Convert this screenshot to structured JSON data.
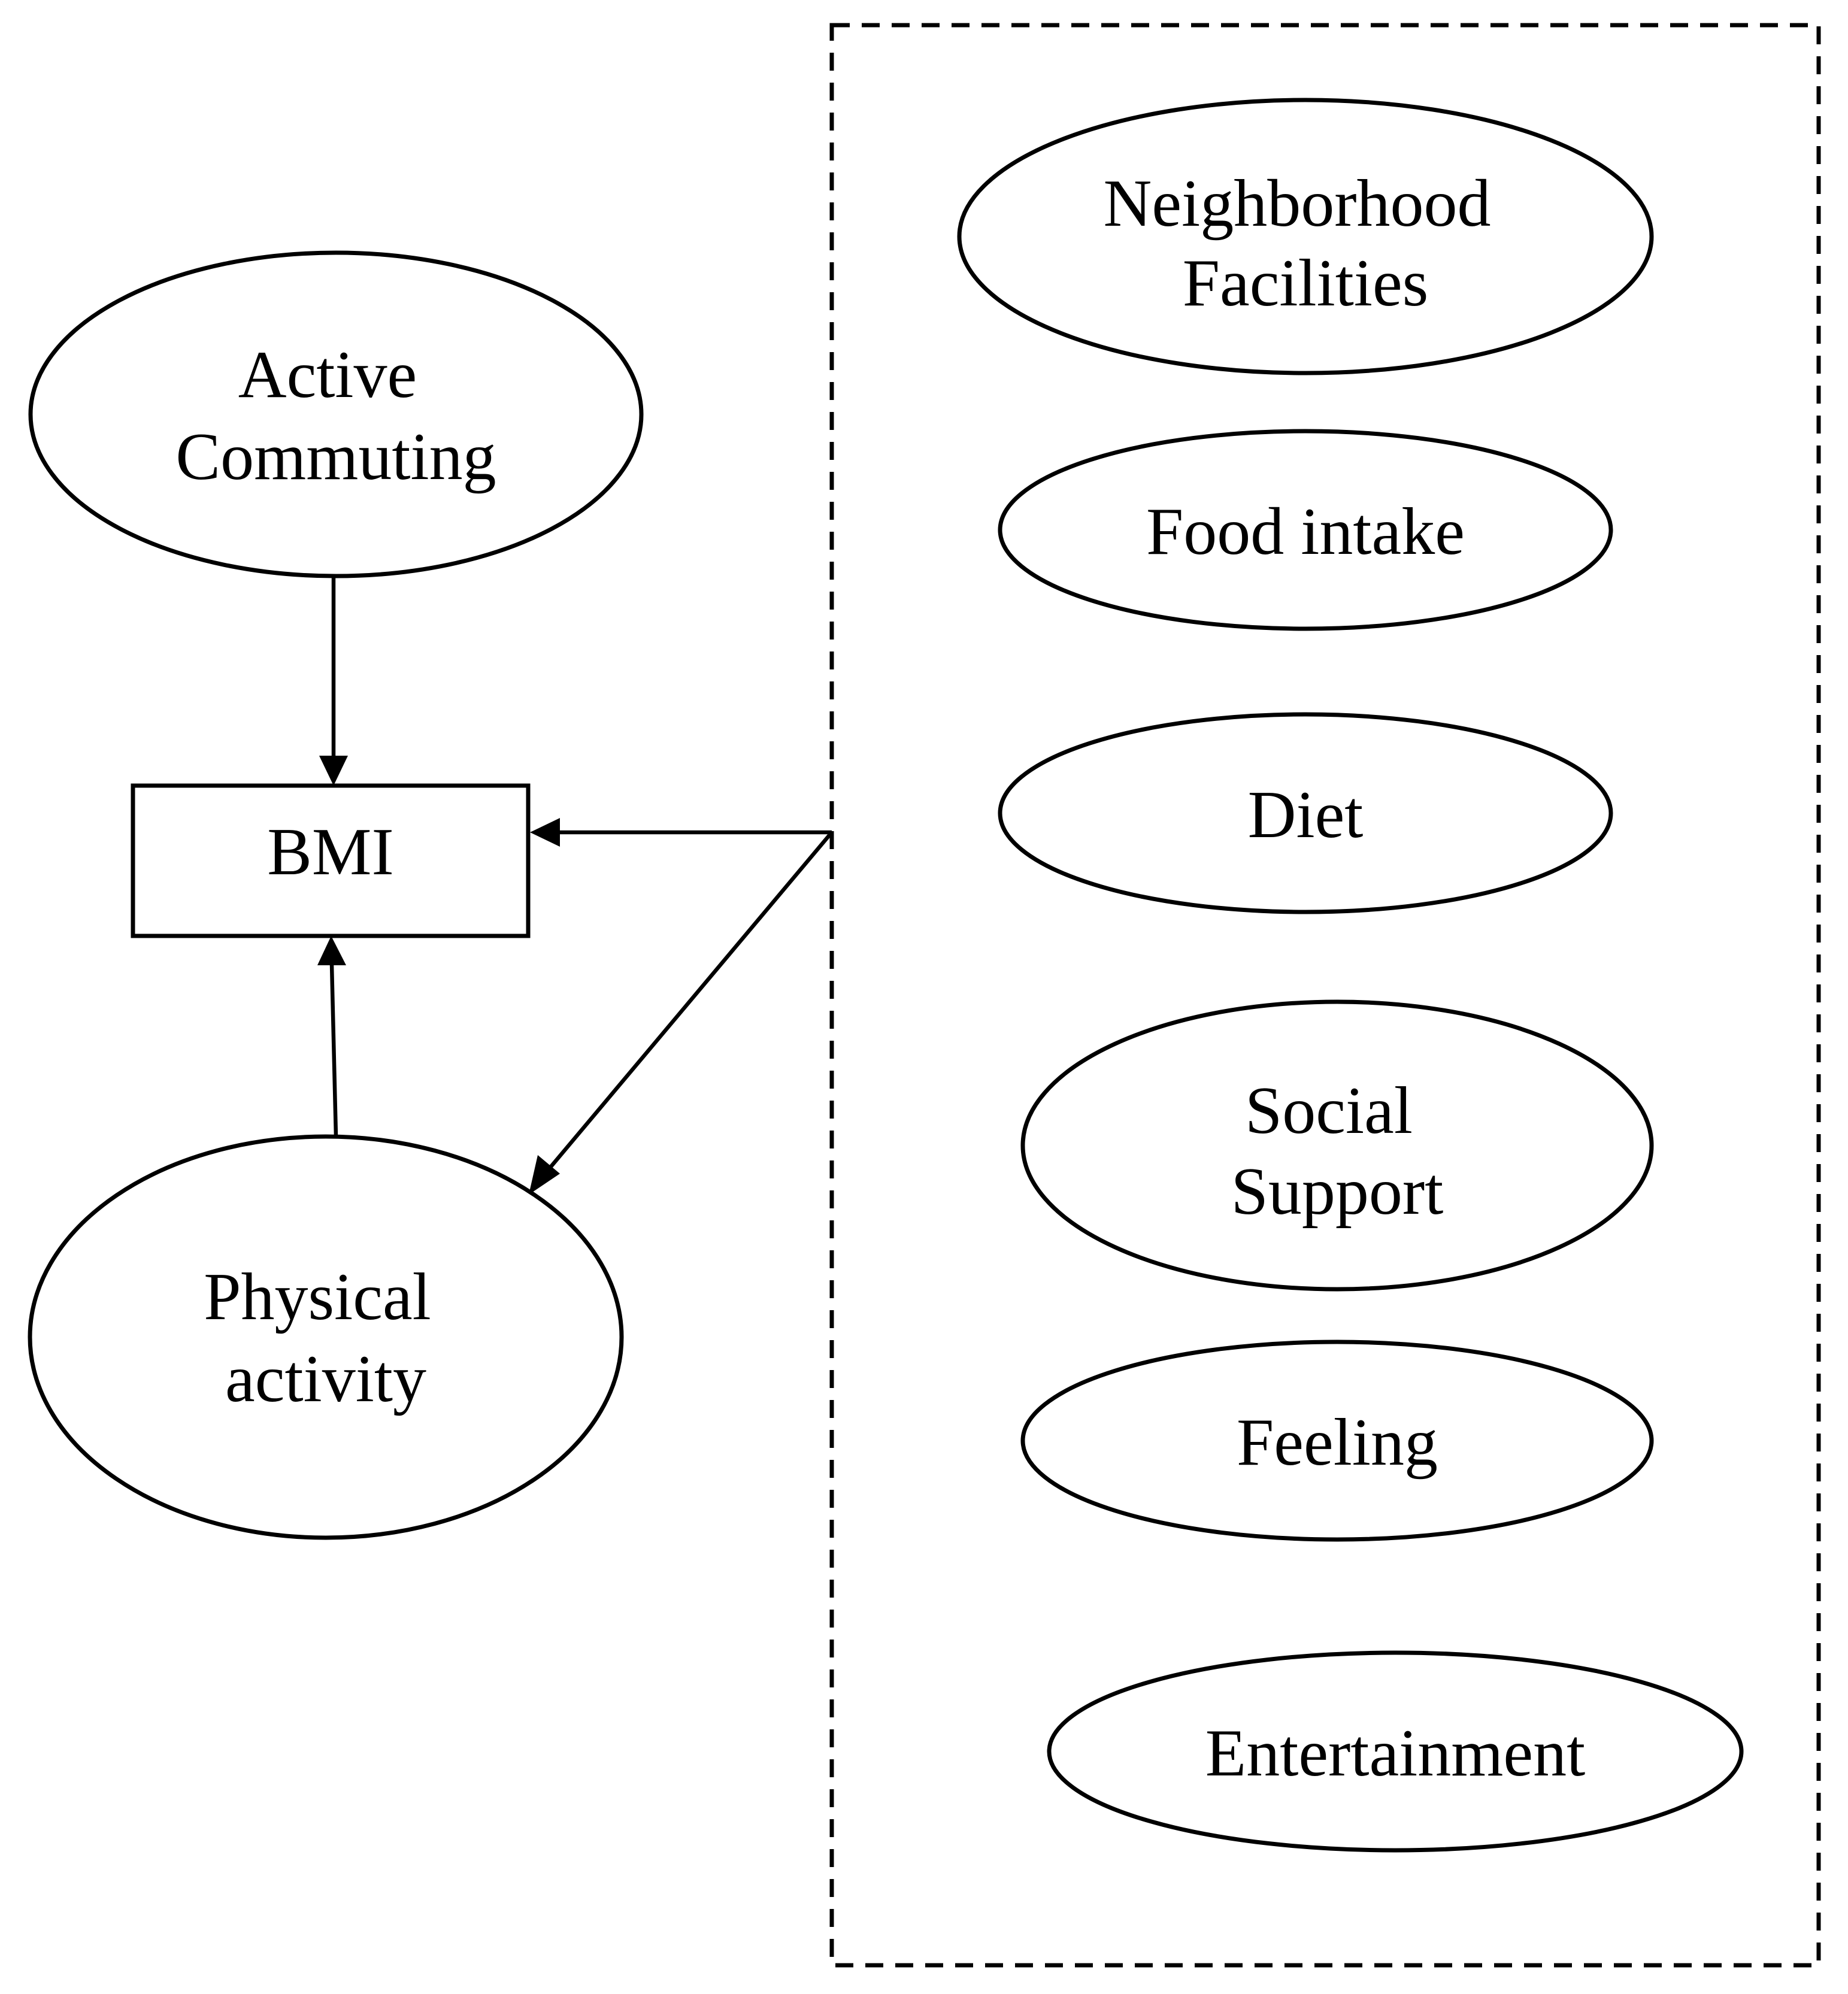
{
  "nodes": {
    "active_commuting": {
      "shape": "ellipse",
      "lines": [
        "Active",
        "Commuting"
      ]
    },
    "bmi": {
      "shape": "rectangle",
      "lines": [
        "BMI"
      ]
    },
    "physical_activity": {
      "shape": "ellipse",
      "lines": [
        "Physical",
        "activity"
      ]
    },
    "neighborhood_facilities": {
      "shape": "ellipse",
      "lines": [
        "Neighborhood",
        "Facilities"
      ]
    },
    "food_intake": {
      "shape": "ellipse",
      "lines": [
        "Food intake"
      ]
    },
    "diet": {
      "shape": "ellipse",
      "lines": [
        "Diet"
      ]
    },
    "social_support": {
      "shape": "ellipse",
      "lines": [
        "Social",
        "Support"
      ]
    },
    "feeling": {
      "shape": "ellipse",
      "lines": [
        "Feeling"
      ]
    },
    "entertainment": {
      "shape": "ellipse",
      "lines": [
        "Entertainment"
      ]
    }
  },
  "group": {
    "style": "dashed",
    "members": [
      "neighborhood_facilities",
      "food_intake",
      "diet",
      "social_support",
      "feeling",
      "entertainment"
    ]
  },
  "edges": [
    {
      "from": "active_commuting",
      "to": "bmi"
    },
    {
      "from": "physical_activity",
      "to": "bmi"
    },
    {
      "from": "group",
      "to": "bmi"
    },
    {
      "from": "group",
      "to": "physical_activity"
    }
  ],
  "colors": {
    "stroke": "#000000",
    "background": "#ffffff"
  }
}
